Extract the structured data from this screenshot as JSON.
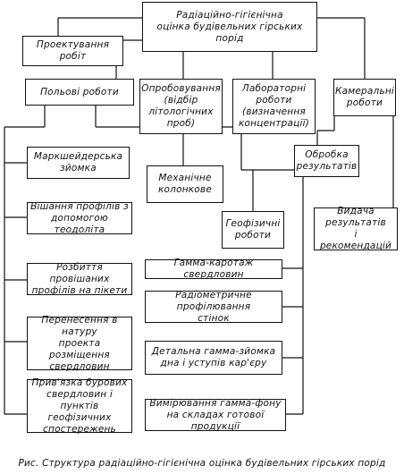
{
  "boxes": {
    "root": "Радіаційно-гігієнічна\nоцінка будівельних гірських\nпорід",
    "design": "Проектування\nробіт",
    "field": "Польові роботи",
    "sampling": "Опробовування\n(відбір\nлітологічних\nпроб)",
    "lab": "Лабораторні\nроботи\n(визначення\nконцентрації)",
    "office": "Камеральні\nроботи",
    "processing": "Обробка\nрезультатів",
    "issue": "Видача\nрезультатів\nі рекомендацій",
    "survey": "Маркшейдерська\nзйомка",
    "core": "Механічне\nколонкове",
    "geophys": "Геофізичні\nроботи",
    "profiles": "Вішання профілів з\nдопомогою теодоліта",
    "breakdown": "Розбиття провішаних\nпрофілів на пікети",
    "transfer": "Перенесення в\nнатуру\nпроекта розміщення\nсвердловин",
    "binding": "Прив'язка бурових\nсвердловин і пунктів\nгеофізичних\nспостережень",
    "gamma_log": "Гамма-каротаж свердловин",
    "radiometric": "Радіометричне профілювання\nстінок",
    "gamma_survey": "Детальна гамма-зйомка\nдна і уступів кар'єру",
    "gamma_bg": "Вимірювання гамма-фону\nна складах готової продукції"
  },
  "caption": "Рис.   Структура радіаційно-гігієнічна оцінка будівельних гірських порід"
}
